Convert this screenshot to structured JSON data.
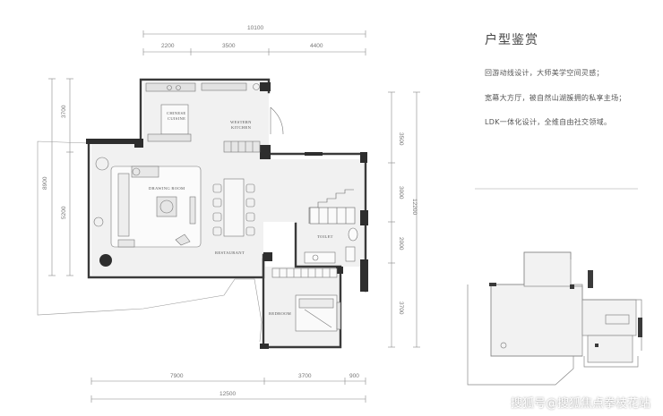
{
  "panel": {
    "title": "户型鉴赏",
    "lines": [
      "回游动线设计，大师美学空间灵感；",
      "宽幕大方厅，被自然山湖簇拥的私享主场；",
      "LDK一体化设计，全维自由社交领域。"
    ]
  },
  "dimensions": {
    "top_total": "10100",
    "top": [
      "2200",
      "3500",
      "4400"
    ],
    "left": [
      "3700",
      "8900",
      "5200"
    ],
    "right": [
      "3500",
      "3000",
      "2000",
      "3700",
      "12200"
    ],
    "bottom": [
      "7900",
      "3700",
      "900"
    ],
    "bottom_total": "12500"
  },
  "rooms": {
    "chinese_kitchen": [
      "CHINESE",
      "CUISINE"
    ],
    "western_kitchen": [
      "WESTERN",
      "KITCHEN"
    ],
    "drawing_room": "DRAWING ROOM",
    "restaurant": "RESTAURANT",
    "toilet": "TOILET",
    "bedroom": "BEDROOM"
  },
  "watermark": "搜狐号@搜狐焦点拳枝花站",
  "colors": {
    "wall": "#3a3a3a",
    "floor": "#efefef",
    "line": "#8a8a8a"
  }
}
